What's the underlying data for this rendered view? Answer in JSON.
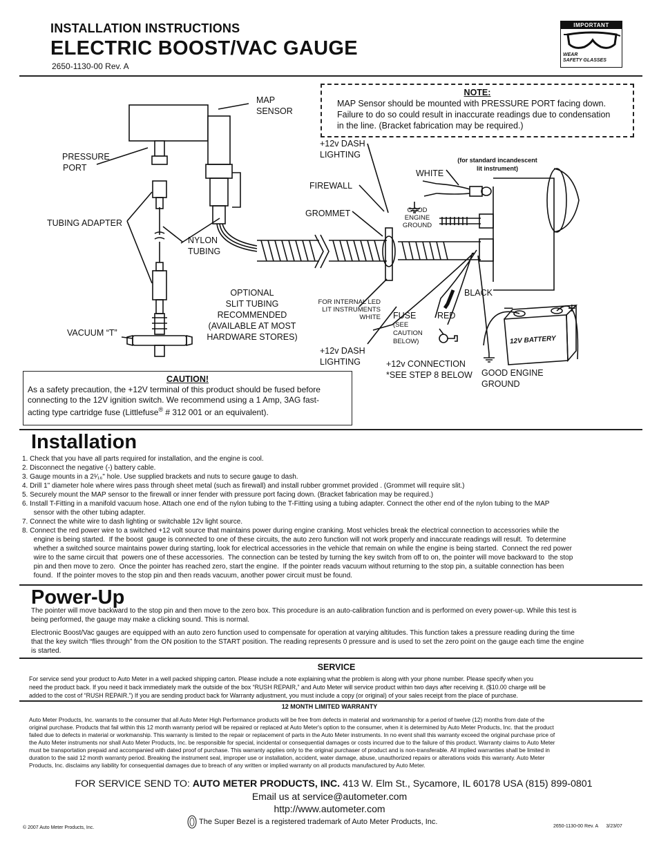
{
  "header": {
    "subtitle": "INSTALLATION INSTRUCTIONS",
    "title": "ELECTRIC BOOST/VAC GAUGE",
    "part_rev": "2650-1130-00 Rev. A",
    "badge_top": "IMPORTANT",
    "badge_line1": "WEAR",
    "badge_line2": "SAFETY GLASSES"
  },
  "diagram": {
    "map_sensor": [
      "MAP",
      "SENSOR"
    ],
    "pressure_port": [
      "PRESSURE",
      "PORT"
    ],
    "tubing_adapter": "TUBING ADAPTER",
    "nylon_tubing": [
      "NYLON",
      "TUBING"
    ],
    "vacuum_t": "VACUUM “T”",
    "optional_slit": [
      "OPTIONAL",
      "SLIT TUBING",
      "RECOMMENDED",
      "(AVAILABLE AT MOST",
      "HARDWARE STORES)"
    ],
    "dash_lighting_top": [
      "+12v DASH",
      "LIGHTING"
    ],
    "firewall": "FIREWALL",
    "grommet": "GROMMET",
    "white_top": "WHITE",
    "standard_incandescent": [
      "(for standard incandescent",
      "lit instrument)"
    ],
    "good_engine_ground_small": [
      "GOOD",
      "ENGINE",
      "GROUND"
    ],
    "internal_led": [
      "FOR INTERNAL LED",
      "LIT INSTRUMENTS",
      "WHITE"
    ],
    "dash_lighting_bottom": [
      "+12v DASH",
      "LIGHTING"
    ],
    "fuse": "FUSE",
    "see_caution": [
      "(SEE",
      "CAUTION",
      "BELOW)"
    ],
    "red": "RED",
    "black": "BLACK",
    "connection": [
      "+12v CONNECTION",
      "*SEE STEP 8 BELOW"
    ],
    "good_engine_ground": [
      "GOOD ENGINE",
      "GROUND"
    ],
    "battery": "12V BATTERY",
    "minus": "–",
    "plus": "+"
  },
  "note": {
    "title": "NOTE:",
    "lines": [
      "MAP Sensor should be mounted with PRESSURE PORT facing down.",
      "Failure to do so could result in inaccurate readings due to condensation",
      "in the line. (Bracket fabrication may be required.)"
    ]
  },
  "caution": {
    "title": "CAUTION!",
    "line1": "As a safety precaution, the +12V terminal of this product should be fused before",
    "line2": "connecting to the 12V ignition switch.  We recommend using a 1 Amp, 3AG fast-",
    "line3_a": "acting type cartridge fuse (Littlefuse",
    "line3_reg": "®",
    "line3_b": " # 312 001 or an equivalent)."
  },
  "installation": {
    "title": "Installation",
    "steps": [
      "1.  Check that you have all parts required for installation, and the engine is cool.",
      "2.  Disconnect the negative (-) battery cable.",
      "3.  Gauge mounts in a 2¹⁄₁₆\" hole.  Use supplied brackets and nuts to secure gauge to dash.",
      "4.  Drill 1\" diameter hole where wires pass through sheet metal (such as firewall) and install rubber grommet provided .  (Grommet will require slit.)",
      "5.  Securely mount the MAP sensor to the firewall or inner fender with pressure port facing down.  (Bracket fabrication may be required.)",
      "6.  Install T-Fitting in a manifold vacuum hose.  Attach one end of the nylon tubing to the T-Fitting  using  a tubing adapter.  Connect the other end of the nylon tubing to the MAP",
      "      sensor with the other tubing adapter.",
      "7.  Connect the white wire to dash lighting or switchable 12v light source.",
      "8.  Connect the red power wire to a switched +12 volt source that maintains power during engine cranking.  Most vehicles break the electrical connection to accessories while the",
      "      engine is being started.  If the boost  gauge is connected to one of these circuits, the auto zero function will not work properly and inaccurate readings will result.  To determine",
      "      whether a switched source maintains power during starting, look for electrical accessories in the vehicle that remain on while the engine is being started.  Connect the red power",
      "      wire to the same circuit that  powers one of these accessories.  The connection can be tested by turning the key switch from off to on, the pointer will move backward to  the stop",
      "      pin and then move to zero.  Once the pointer has reached zero, start the engine.  If the pointer reads vacuum without returning to the stop pin, a suitable connection has been",
      "      found.  If the pointer moves to the stop pin and then reads vacuum, another power circuit must be found."
    ]
  },
  "powerup": {
    "title": "Power-Up",
    "para1": [
      "The pointer will move backward to the stop pin and then move to the zero box.  This procedure is an auto-calibration function and is performed on every power-up.  While this test is",
      "being performed, the gauge may make a clicking sound.  This is normal."
    ],
    "para2": [
      "Electronic Boost/Vac gauges are equipped with an auto zero function used to compensate for operation at varying altitudes.   This function takes a pressure reading during the time",
      "that the key switch “flies through” from the ON position to the START position. The reading represents 0 pressure and is used to set the zero point on the gauge each time the engine",
      "is started."
    ]
  },
  "service": {
    "title": "SERVICE",
    "lines": [
      "For service send your product to Auto Meter in a well packed shipping carton. Please include a note explaining what the problem is along with your phone number. Please specify when you",
      "need the product back. If you need it back immediately mark the outside of the box “RUSH REPAIR,” and Auto Meter will service product within two days after receiving it. ($10.00 charge will be",
      "added to the cost of “RUSH REPAIR.”) If you are sending product back for Warranty adjustment, you must include a copy (or original) of your sales receipt from the place of purchase."
    ]
  },
  "warranty": {
    "title": "12 MONTH LIMITED WARRANTY",
    "lines": [
      "Auto Meter Products, Inc. warrants to the consumer that all Auto Meter High Performance products will be free from defects in material and workmanship for a period of twelve (12) months from date of the",
      "original purchase. Products that fail within this 12 month warranty period will be repaired or replaced at Auto Meter's option to the consumer, when it is determined by Auto Meter Products, Inc. that the product",
      "failed due to defects in material or workmanship.  This warranty is limited to the repair or replacement of parts in the Auto Meter instruments. In no event shall this warranty exceed the original purchase price of",
      "the Auto Meter instruments nor shall Auto Meter Products, Inc. be responsible for special, incidental or consequential damages or costs incurred due to the failure of this product. Warranty claims to Auto Meter",
      "must be transportation prepaid and accompanied with dated proof of purchase. This warranty applies only to the original purchaser of product and is non-transferable.  All implied warranties shall be limited in",
      "duration to the said 12 month warranty period. Breaking the instrument seal, improper use or installation, accident, water damage, abuse, unauthorized repairs or alterations voids this warranty.  Auto Meter",
      "Products, Inc. disclaims any liability for consequential damages due to breach of any written or implied warranty on all products manufactured by Auto Meter."
    ]
  },
  "footer": {
    "send_prefix": "FOR SERVICE SEND TO: ",
    "company": "AUTO METER PRODUCTS, INC.",
    "address": " 413 W. Elm St., Sycamore, IL 60178 USA  (815) 899-0801",
    "email": "Email us at service@autometer.com",
    "url": "http://www.autometer.com",
    "trademark": "The Super Bezel is a registered trademark of Auto Meter Products, Inc.",
    "copyright": "© 2007 Auto Meter Products, Inc.",
    "part_date": "2650-1130-00 Rev. A      3/23/07"
  }
}
